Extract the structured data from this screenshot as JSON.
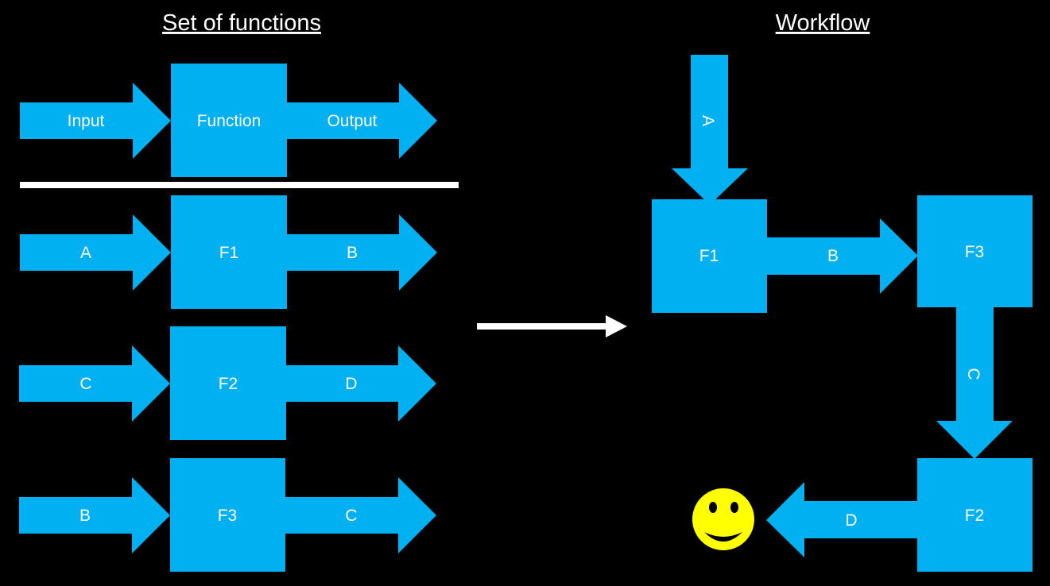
{
  "titles": {
    "left": "Set of functions",
    "right": "Workflow"
  },
  "functions": {
    "header": {
      "input": "Input",
      "function": "Function",
      "output": "Output"
    },
    "rows": [
      {
        "input": "A",
        "function": "F1",
        "output": "B"
      },
      {
        "input": "C",
        "function": "F2",
        "output": "D"
      },
      {
        "input": "B",
        "function": "F3",
        "output": "C"
      }
    ]
  },
  "workflow": {
    "arrow_a": "A",
    "box_f1": "F1",
    "arrow_b": "B",
    "box_f3": "F3",
    "arrow_c": "C",
    "box_f2": "F2",
    "arrow_d": "D",
    "result_icon": "smiley-face-icon"
  },
  "colors": {
    "background": "#000000",
    "shape": "#00b0f0",
    "text": "#ffffff",
    "smiley": "#ffff00"
  }
}
